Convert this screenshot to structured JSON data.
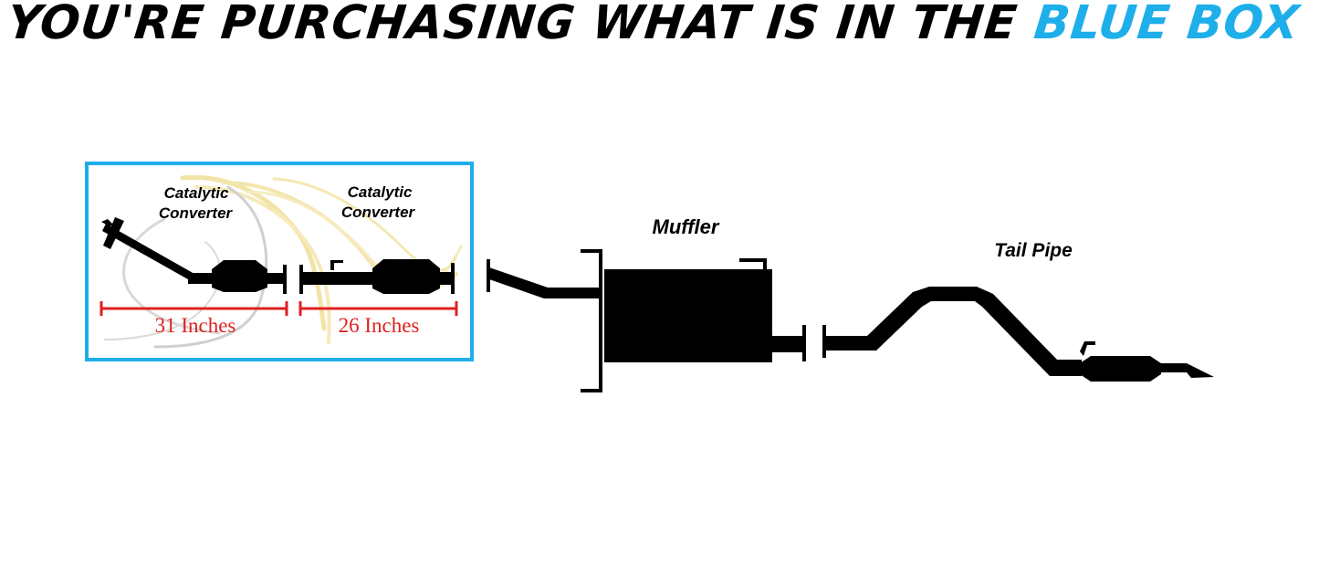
{
  "headline": {
    "dark_text": "YOU'RE PURCHASING WHAT IS IN THE ",
    "accent_text": "BLUE BOX"
  },
  "labels": {
    "cat1_line1": "Catalytic",
    "cat1_line2": "Converter",
    "cat2_line1": "Catalytic",
    "cat2_line2": "Converter",
    "muffler": "Muffler",
    "tail_pipe": "Tail Pipe"
  },
  "measurements": {
    "section1": "31 Inches",
    "section2": "26 Inches"
  },
  "colors": {
    "accent": "#1eaeea",
    "measure": "#e02020",
    "pipe": "#000000"
  }
}
